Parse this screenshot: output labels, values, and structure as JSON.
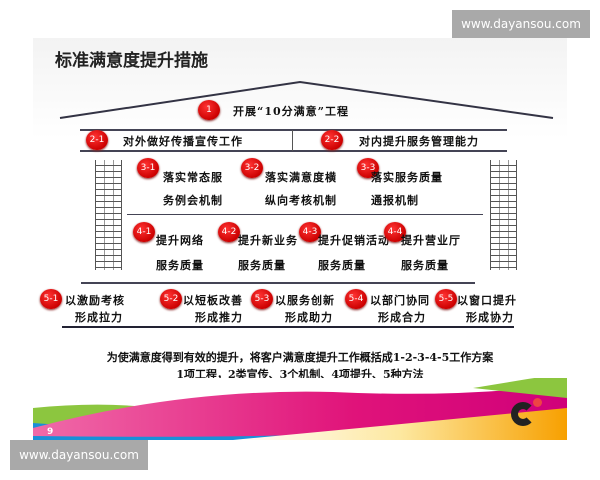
{
  "slide": {
    "title": "标准满意度提升措施",
    "page_number": "9",
    "roof": {
      "badge": "1",
      "text": "开展“10分满意”工程"
    },
    "level2": [
      {
        "badge": "2-1",
        "text": "对外做好传播宣传工作"
      },
      {
        "badge": "2-2",
        "text": "对内提升服务管理能力"
      }
    ],
    "level3": [
      {
        "badge": "3-1",
        "line1": "落实常态服",
        "line2": "务例会机制"
      },
      {
        "badge": "3-2",
        "line1": "落实满意度横",
        "line2": "纵向考核机制"
      },
      {
        "badge": "3-3",
        "line1": "落实服务质量",
        "line2": "通报机制"
      }
    ],
    "level4": [
      {
        "badge": "4-1",
        "line1": "提升网络",
        "line2": "服务质量"
      },
      {
        "badge": "4-2",
        "line1": "提升新业务",
        "line2": "服务质量"
      },
      {
        "badge": "4-3",
        "line1": "提升促销活动",
        "line2": "服务质量"
      },
      {
        "badge": "4-4",
        "line1": "提升营业厅",
        "line2": "服务质量"
      }
    ],
    "level5": [
      {
        "badge": "5-1",
        "line1": "以激励考核",
        "line2": "形成拉力"
      },
      {
        "badge": "5-2",
        "line1": "以短板改善",
        "line2": "形成推力"
      },
      {
        "badge": "5-3",
        "line1": "以服务创新",
        "line2": "形成助力"
      },
      {
        "badge": "5-4",
        "line1": "以部门协同",
        "line2": "形成合力"
      },
      {
        "badge": "5-5",
        "line1": "以窗口提升",
        "line2": "形成协力"
      }
    ],
    "summary_line1": "为使满意度得到有效的提升，将客户满意度提升工作概括成1-2-3-4-5工作方案",
    "summary_line2": "1项工程，2类宣传、3个机制、4项提升、5种方法",
    "badge_color": "#d40000"
  },
  "watermarks": {
    "top": "www.dayansou.com",
    "bottom": "www.dayansou.com"
  }
}
